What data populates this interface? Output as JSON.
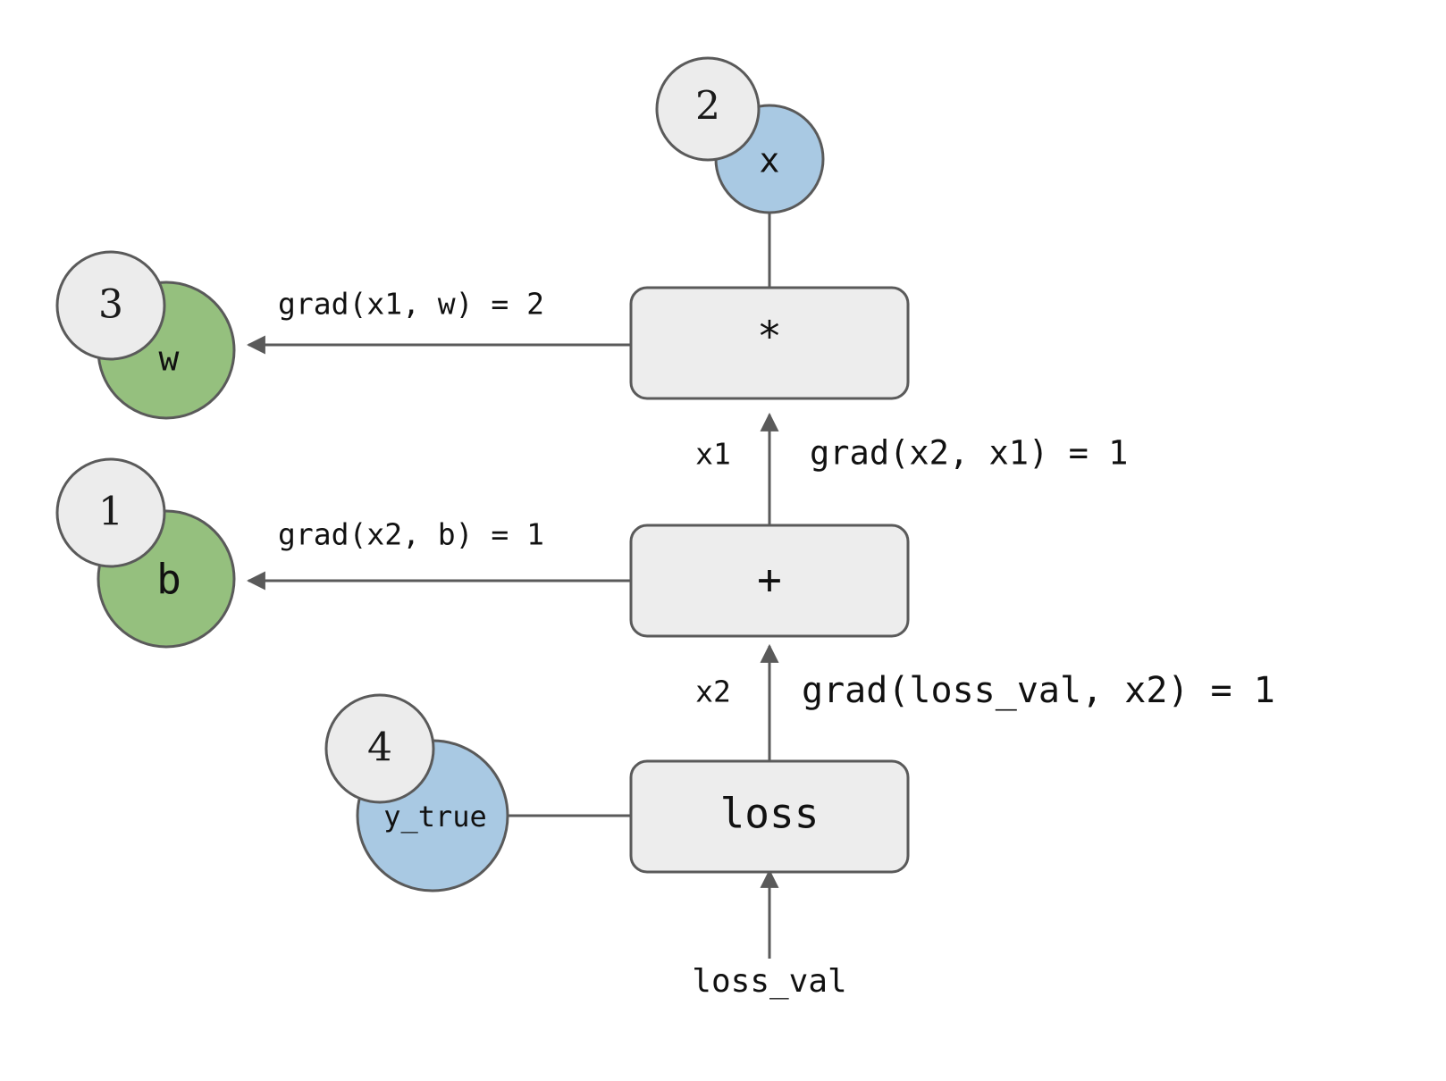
{
  "diagram": {
    "title": "autograd-computational-graph",
    "background": "#ffffff",
    "colors": {
      "input_node": "#a9c9e3",
      "param_node": "#95c07e",
      "badge": "#ececec",
      "op_box": "#ededed",
      "stroke": "#5a5a5a",
      "text": "#111111"
    }
  },
  "variables": {
    "x": {
      "label": "x",
      "badge": "2",
      "kind": "input"
    },
    "w": {
      "label": "w",
      "badge": "3",
      "kind": "parameter"
    },
    "b": {
      "label": "b",
      "badge": "1",
      "kind": "parameter"
    },
    "y_true": {
      "label": "y_true",
      "badge": "4",
      "kind": "input"
    }
  },
  "operations": {
    "mul": {
      "label": "*"
    },
    "add": {
      "label": "+"
    },
    "loss": {
      "label": "loss"
    }
  },
  "gradients": {
    "grad_x1_w": "grad(x1, w) = 2",
    "grad_x2_b": "grad(x2, b) = 1",
    "grad_x2_x1": "grad(x2, x1) = 1",
    "grad_lossval_x2": "grad(loss_val, x2) = 1"
  },
  "flows": {
    "x1": "x1",
    "x2": "x2",
    "loss_val": "loss_val"
  }
}
